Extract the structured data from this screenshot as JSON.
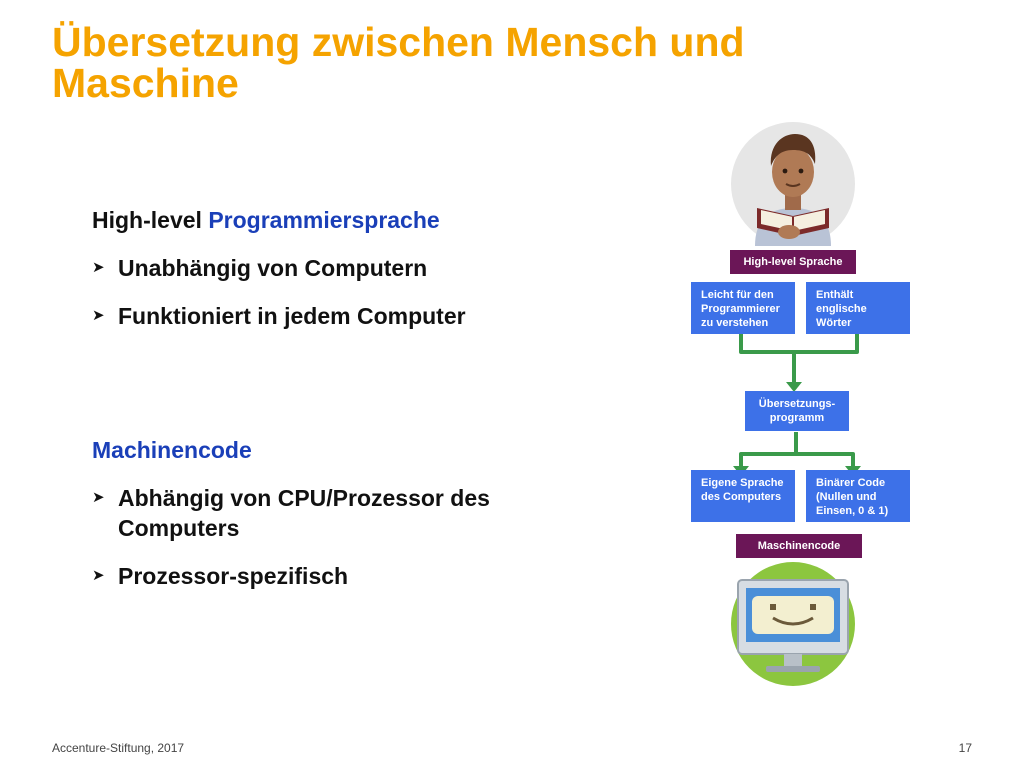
{
  "slide": {
    "title": "Übersetzung zwischen Mensch und Maschine",
    "footer_left": "Accenture-Stiftung, 2017",
    "page_number": "17"
  },
  "high_level": {
    "heading_prefix": "High-level ",
    "heading_highlight": "Programmiersprache",
    "bullets": [
      "Unabhängig von Computern",
      "Funktioniert in jedem Computer"
    ]
  },
  "machine": {
    "heading": "Machinencode",
    "bullets": [
      "Abhängig von CPU/Prozessor des Computers",
      "Prozessor-spezifisch"
    ]
  },
  "diagram": {
    "top_label": "High-level Sprache",
    "box_easy": "Leicht für den Programmierer zu verstehen",
    "box_words": "Enthält englische Wörter",
    "translator": "Übersetzungs-programm",
    "box_own": "Eigene Sprache des Computers",
    "box_binary": "Binärer Code (Nullen und Einsen, 0 & 1)",
    "bottom_label": "Maschinencode"
  },
  "colors": {
    "title": "#f5a300",
    "highlight_blue": "#1a3fb8",
    "box_blue": "#3d71e8",
    "label_purple": "#6b1657",
    "arrow_green": "#3a9a4a"
  },
  "icons": {
    "bullet": "arrowhead-bullet-icon",
    "person": "reading-person-icon",
    "computer": "smiling-computer-icon"
  }
}
